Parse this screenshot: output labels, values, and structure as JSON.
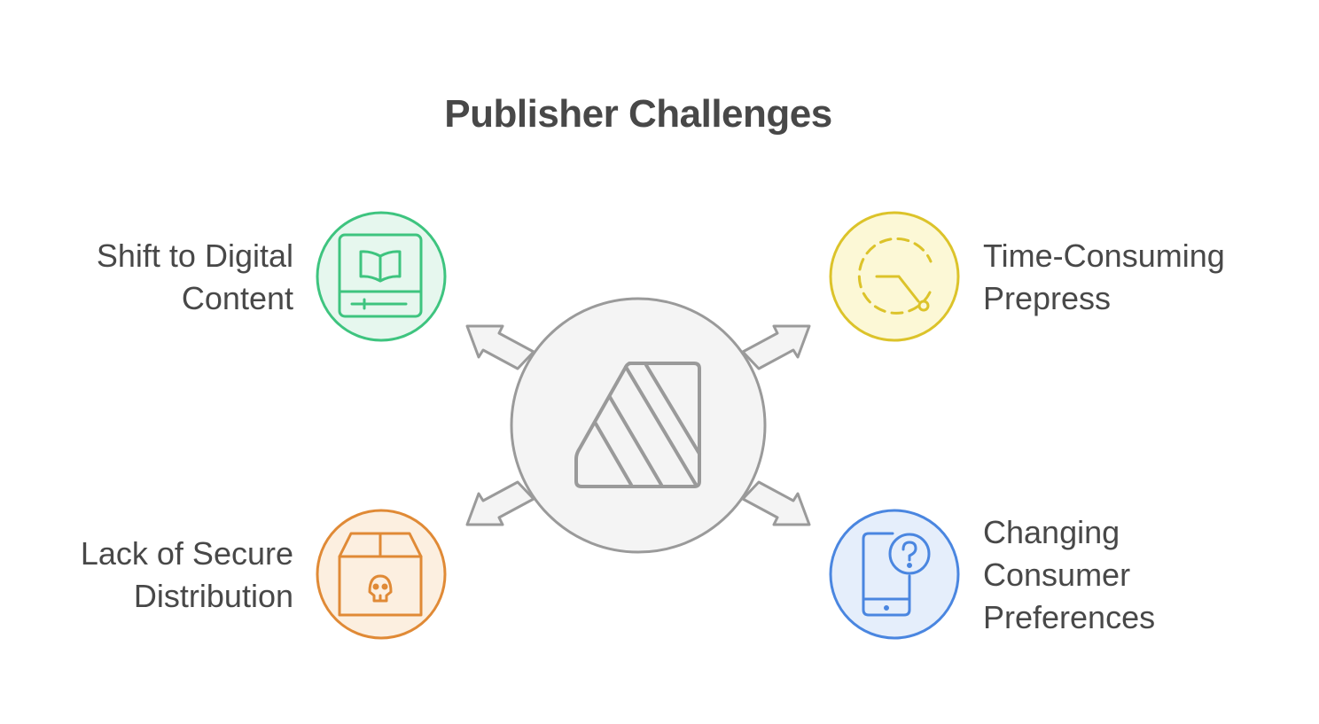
{
  "title": "Publisher Challenges",
  "center": {
    "icon": "striped-document-icon",
    "fill": "#f4f4f4",
    "stroke": "#9a9a9a"
  },
  "challenges": [
    {
      "id": "shift-to-digital-content",
      "lines": [
        "Shift to Digital",
        "Content"
      ],
      "icon": "ebook-reader-icon",
      "color": "#3ec47f",
      "fill": "#e6f7ee"
    },
    {
      "id": "time-consuming-prepress",
      "lines": [
        "Time-Consuming",
        "Prepress"
      ],
      "icon": "timer-dial-icon",
      "color": "#dcc32a",
      "fill": "#fcf8d6"
    },
    {
      "id": "lack-of-secure-distribution",
      "lines": [
        "Lack of Secure",
        "Distribution"
      ],
      "icon": "box-with-skull-icon",
      "color": "#e08a36",
      "fill": "#fcefe0"
    },
    {
      "id": "changing-consumer-preferences",
      "lines": [
        "Changing",
        "Consumer",
        "Preferences"
      ],
      "icon": "phone-question-icon",
      "color": "#4a86e0",
      "fill": "#e5eefb"
    }
  ]
}
